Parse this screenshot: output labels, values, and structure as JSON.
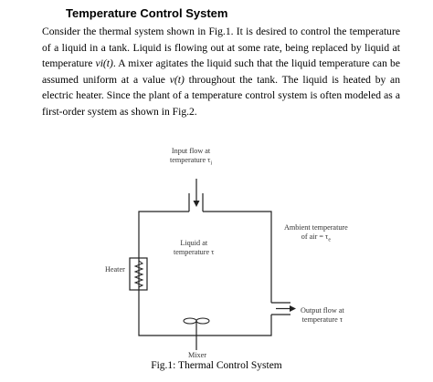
{
  "document": {
    "title": "Temperature Control System",
    "paragraph": {
      "p1": "Consider the thermal system shown in Fig.1. It is desired to control the temperature of a liquid in a tank. Liquid is flowing out at some rate, being replaced by liquid at temperature ",
      "vi": "vi(t)",
      "p2": ". A mixer agitates the liquid such that the liquid temperature can be assumed uniform at a value ",
      "v": "v(t)",
      "p3": " throughout the tank. The liquid is heated by an electric heater. Since the plant of a temperature control system is often modeled as a first-order system as shown in Fig.2."
    }
  },
  "figure": {
    "input_flow": {
      "line1": "Input flow at",
      "line2": "temperature τ",
      "sub": "i"
    },
    "ambient": {
      "line1": "Ambient temperature",
      "line2": "of air = τ",
      "sub": "e"
    },
    "liquid": {
      "line1": "Liquid at",
      "line2": "temperature τ"
    },
    "heater": "Heater",
    "output_flow": {
      "line1": "Output flow at",
      "line2": "temperature τ"
    },
    "mixer": "Mixer",
    "caption": "Fig.1: Thermal Control System"
  }
}
